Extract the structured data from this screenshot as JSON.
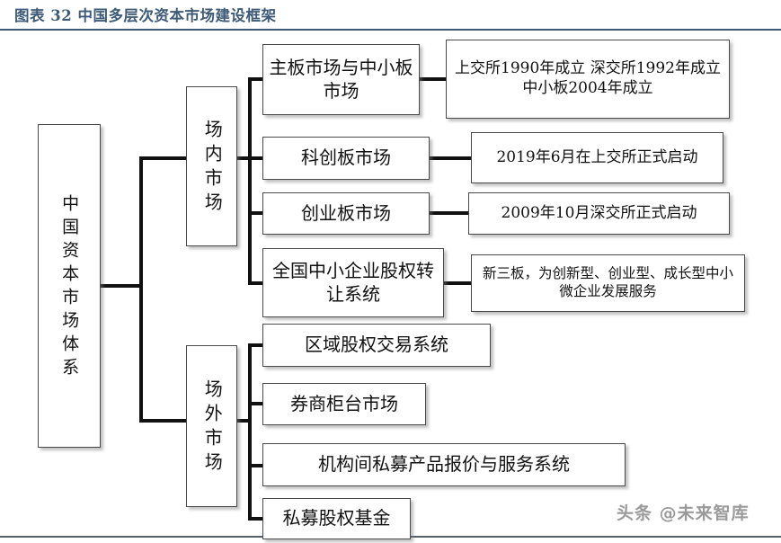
{
  "header": {
    "title": "图表 32 中国多层次资本市场建设框架"
  },
  "watermark": {
    "text": "头条 @未来智库"
  },
  "colors": {
    "title": "#3d5a78",
    "rule": "#3d5a78",
    "box_border": "#4a4a4a",
    "connector": "#111111",
    "watermark": "#9a9a9a"
  },
  "diagram": {
    "type": "tree",
    "orientation": "left-to-right",
    "root": {
      "id": "root",
      "label": "中国资本市场体系",
      "orientation": "vertical"
    },
    "level2": [
      {
        "id": "on-exchange",
        "label": "场内市场",
        "orientation": "vertical"
      },
      {
        "id": "off-exchange",
        "label": "场外市场",
        "orientation": "vertical"
      }
    ],
    "level3": [
      {
        "id": "main-sme-board",
        "parent": "on-exchange",
        "label": "主板市场与中小板市场",
        "detail": "上交所1990年成立 深交所1992年成立 中小板2004年成立"
      },
      {
        "id": "star-board",
        "parent": "on-exchange",
        "label": "科创板市场",
        "detail": "2019年6月在上交所正式启动"
      },
      {
        "id": "chinext-board",
        "parent": "on-exchange",
        "label": "创业板市场",
        "detail": "2009年10月深交所正式启动"
      },
      {
        "id": "neeq",
        "parent": "on-exchange",
        "label": "全国中小企业股权转让系统",
        "detail": "新三板，为创新型、创业型、成长型中小微企业发展服务"
      },
      {
        "id": "regional-equity",
        "parent": "off-exchange",
        "label": "区域股权交易系统",
        "detail": ""
      },
      {
        "id": "broker-counter",
        "parent": "off-exchange",
        "label": "券商柜台市场",
        "detail": ""
      },
      {
        "id": "interinstitutional-quote",
        "parent": "off-exchange",
        "label": "机构间私募产品报价与服务系统",
        "detail": ""
      },
      {
        "id": "pe-fund",
        "parent": "off-exchange",
        "label": "私募股权基金",
        "detail": ""
      }
    ]
  }
}
